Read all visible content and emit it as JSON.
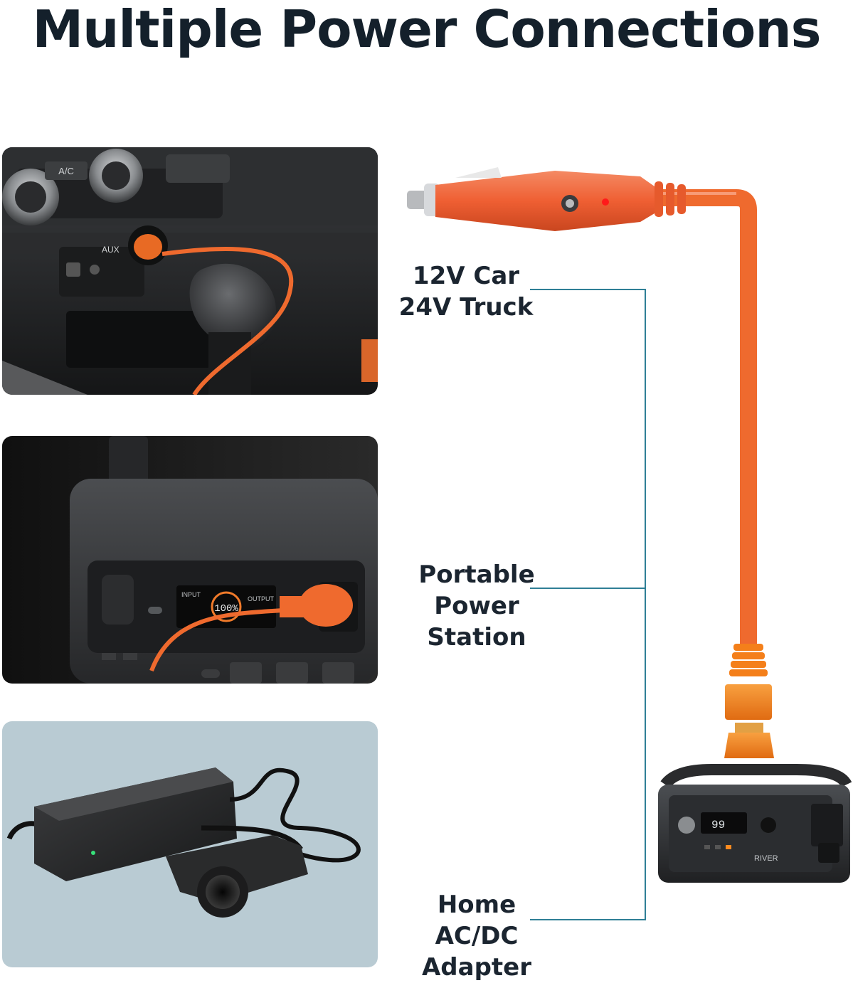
{
  "title": "Multiple Power Connections",
  "labels": {
    "car": [
      "12V Car",
      "24V Truck"
    ],
    "station": [
      "Portable",
      "Power Station"
    ],
    "adapter": [
      "Home",
      "AC/DC Adapter"
    ]
  },
  "panels": {
    "car": {
      "buttons_text": "A/C",
      "aux_text": "AUX"
    },
    "station": {
      "display_input": "INPUT",
      "display_output": "OUTPUT",
      "display_percent": "100%"
    }
  },
  "product": {
    "brand_text": "RIVER",
    "display_value": "99"
  },
  "colors": {
    "cable": "#ef6a2e",
    "connector": "#f47f1a",
    "leader_line": "#2f7f96",
    "title": "#14202b",
    "adapter_bg": "#b9cbd3"
  }
}
